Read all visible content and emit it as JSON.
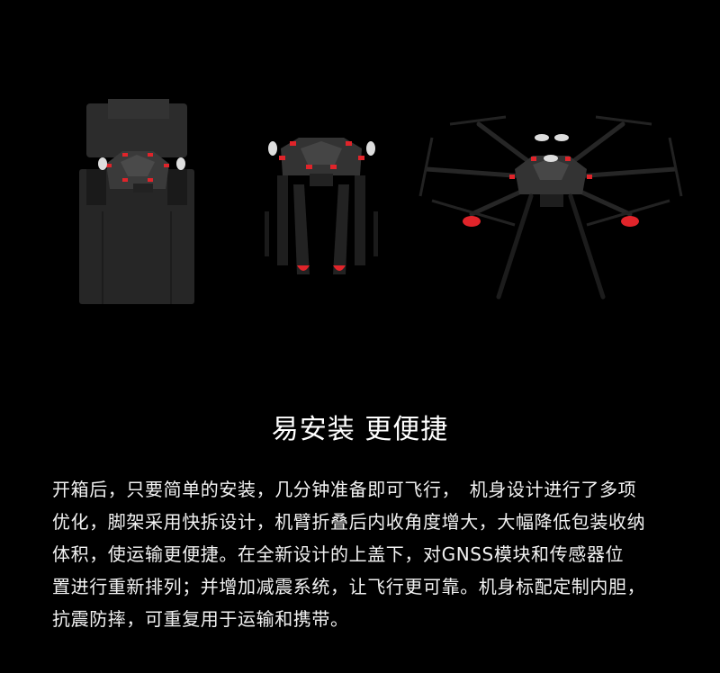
{
  "colors": {
    "background": "#000000",
    "text": "#ffffff",
    "foam": "#2a2a2a",
    "accent_red": "#e0242a",
    "carbon": "#1c1c1c"
  },
  "products": [
    {
      "name": "drone-packed-in-foam-case",
      "state": "folded in case"
    },
    {
      "name": "drone-folded",
      "state": "arms folded"
    },
    {
      "name": "drone-unfolded",
      "state": "arms extended, hexacopter"
    }
  ],
  "heading": "易安装 更便捷",
  "paragraph_lines": [
    "开箱后，只要简单的安装，几分钟准备即可飞行，　机身设计进行了多项",
    "优化，脚架采用快拆设计，机臂折叠后内收角度增大，大幅降低包装收纳",
    "体积，使运输更便捷。在全新设计的上盖下，对GNSS模块和传感器位",
    "置进行重新排列；并增加减震系统，让飞行更可靠。机身标配定制内胆，",
    "抗震防摔，可重复用于运输和携带。"
  ]
}
